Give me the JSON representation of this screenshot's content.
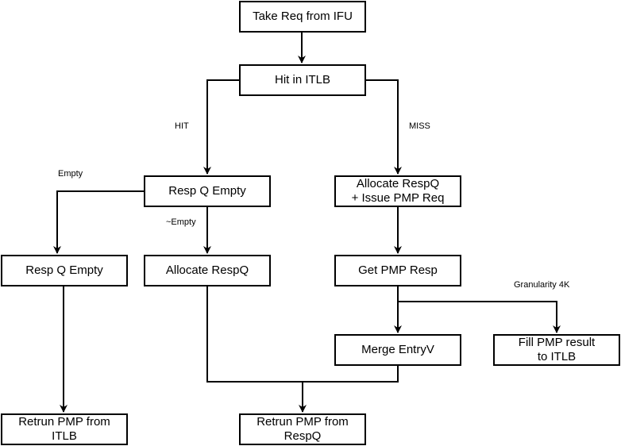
{
  "nodes": {
    "take_req": "Take Req from IFU",
    "hit_itlb": "Hit in ITLB",
    "resp_q_empty_hit": "Resp Q Empty",
    "allocate_respq_issue_pmp": "Allocate RespQ\n+ Issue PMP Req",
    "resp_q_empty_left": "Resp Q Empty",
    "allocate_respq": "Allocate RespQ",
    "get_pmp_resp": "Get PMP Resp",
    "merge_entryv": "Merge EntryV",
    "fill_pmp_result": "Fill PMP result\nto ITLB",
    "return_pmp_itlb": "Retrun PMP from\nITLB",
    "return_pmp_respq": "Retrun PMP from\nRespQ"
  },
  "edge_labels": {
    "hit": "HIT",
    "miss": "MISS",
    "empty": "Empty",
    "not_empty": "~Empty",
    "granularity": "Granularity 4K"
  },
  "colors": {
    "stroke": "#000000",
    "fill": "#ffffff"
  }
}
